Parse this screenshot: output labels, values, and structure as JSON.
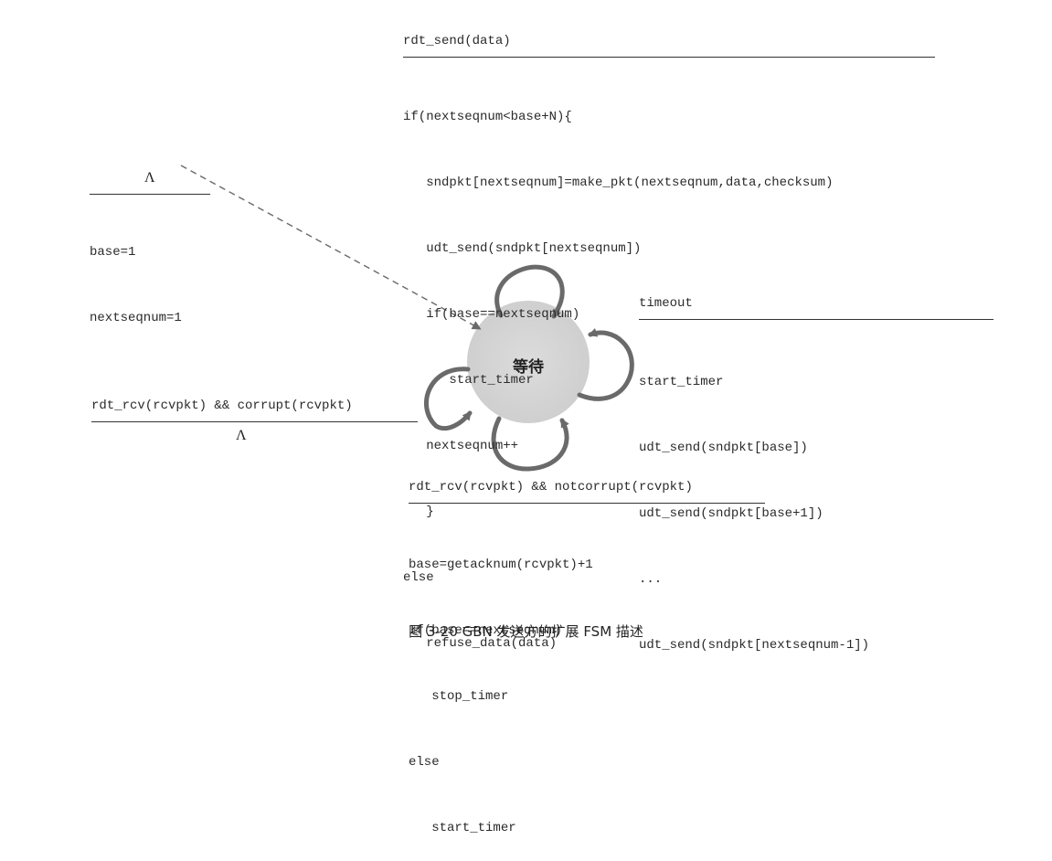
{
  "state": {
    "label": "等待"
  },
  "init": {
    "event": "Λ",
    "actions": [
      "base=1",
      "nextseqnum=1"
    ]
  },
  "send_transition": {
    "event": "rdt_send(data)",
    "actions": [
      "if(nextseqnum<base+N){",
      "   sndpkt[nextseqnum]=make_pkt(nextseqnum,data,checksum)",
      "   udt_send(sndpkt[nextseqnum])",
      "   if(base==nextseqnum)",
      "      start_timer",
      "   nextseqnum++",
      "   }",
      "else",
      "   refuse_data(data)"
    ]
  },
  "timeout_transition": {
    "event": "timeout",
    "actions": [
      "start_timer",
      "udt_send(sndpkt[base])",
      "udt_send(sndpkt[base+1])",
      "...",
      "udt_send(sndpkt[nextseqnum-1])"
    ]
  },
  "corrupt_transition": {
    "event": "rdt_rcv(rcvpkt) && corrupt(rcvpkt)",
    "action": "Λ"
  },
  "ack_transition": {
    "event": "rdt_rcv(rcvpkt) && notcorrupt(rcvpkt)",
    "actions": [
      "base=getacknum(rcvpkt)+1",
      "If(base==nextseqnum)",
      "   stop_timer",
      "else",
      "   start_timer"
    ]
  },
  "caption": "图 3-20   GBN 发送方的扩展 FSM 描述",
  "colors": {
    "state_fill": "#d4d4d4",
    "arrow": "#6a6a6a",
    "rule": "#333333"
  }
}
